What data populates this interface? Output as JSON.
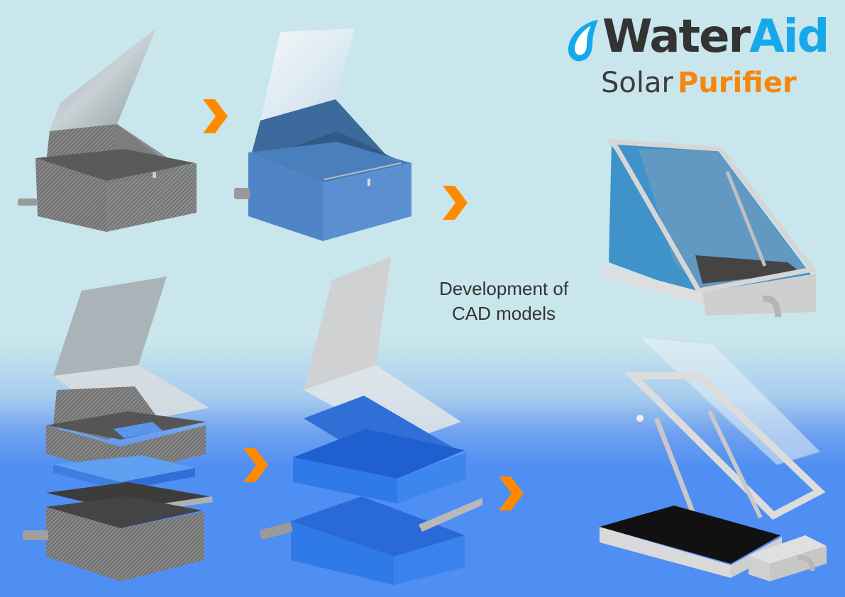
{
  "logo": {
    "brand_part1": "Water",
    "brand_part2": "Aid",
    "product_part1": "Solar",
    "product_part2": "Purifier",
    "icon": "water-drop-icon",
    "colors": {
      "dark": "#333333",
      "blue": "#16a9ea",
      "orange": "#f7860e"
    }
  },
  "caption": {
    "line1": "Development of",
    "line2": "CAD models"
  },
  "arrows": [
    {
      "icon": "chevron-right-icon",
      "color": "#ff8a00"
    },
    {
      "icon": "chevron-right-icon",
      "color": "#ff8a00"
    },
    {
      "icon": "chevron-right-icon",
      "color": "#ff8a00"
    },
    {
      "icon": "chevron-right-icon",
      "color": "#ff8a00"
    }
  ],
  "models": [
    {
      "label": "carbon-fibre solar box (assembled)"
    },
    {
      "label": "blue solar box (assembled)"
    },
    {
      "label": "final framed purifier (assembled)"
    },
    {
      "label": "carbon-fibre solar box (exploded)"
    },
    {
      "label": "blue solar box (exploded)"
    },
    {
      "label": "final framed purifier (exploded)"
    }
  ],
  "background": {
    "top": "#c8e6ec",
    "bottom": "#4f8ef2"
  }
}
